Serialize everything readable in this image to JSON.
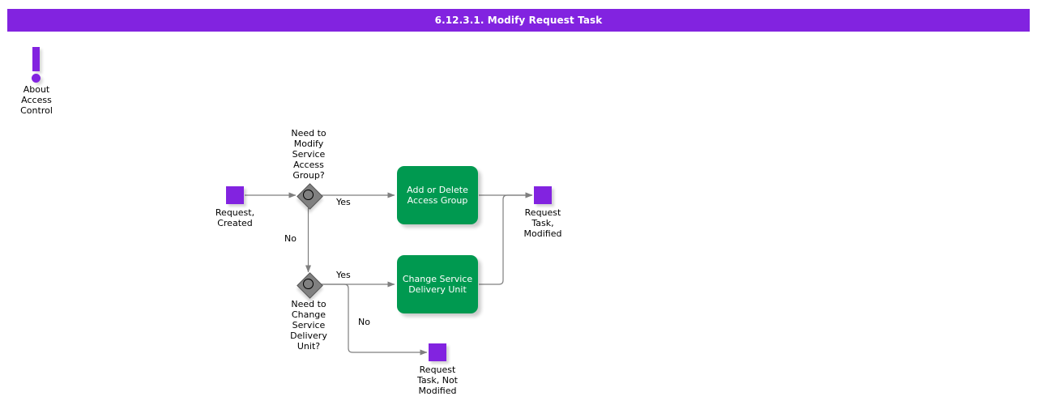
{
  "header": {
    "title": "6.12.3.1. Modify Request Task",
    "background_color": "#8223E0",
    "text_color": "#FFFFFF"
  },
  "colors": {
    "event_purple": "#8223E0",
    "task_green": "#009950",
    "gateway_gray": "#808080",
    "connector_gray": "#7F7F7F",
    "text_black": "#000000"
  },
  "diagram": {
    "type": "bpmn-flowchart",
    "annotation": {
      "icon": "exclamation-icon",
      "label": "About\nAccess\nControl"
    },
    "start_events": [
      {
        "id": "request-created",
        "label": "Request,\nCreated",
        "shape": "square",
        "color": "#8223E0"
      }
    ],
    "gateways": [
      {
        "id": "gateway-modify-access-group",
        "label": "Need to\nModify\nService\nAccess\nGroup?",
        "label_position": "above",
        "shape": "inclusive-gateway"
      },
      {
        "id": "gateway-change-delivery-unit",
        "label": "Need to\nChange\nService\nDelivery\nUnit?",
        "label_position": "below",
        "shape": "inclusive-gateway"
      }
    ],
    "tasks": [
      {
        "id": "task-add-delete-access-group",
        "label": "Add or Delete\nAccess Group",
        "color": "#009950"
      },
      {
        "id": "task-change-service-delivery-unit",
        "label": "Change Service\nDelivery Unit",
        "color": "#009950"
      }
    ],
    "end_events": [
      {
        "id": "request-task-modified",
        "label": "Request\nTask,\nModified",
        "shape": "square",
        "color": "#8223E0"
      },
      {
        "id": "request-task-not-modified",
        "label": "Request\nTask, Not\nModified",
        "shape": "square",
        "color": "#8223E0"
      }
    ],
    "flow_labels": {
      "gateway1_yes": "Yes",
      "gateway1_no": "No",
      "gateway2_yes": "Yes",
      "gateway2_no": "No"
    }
  }
}
